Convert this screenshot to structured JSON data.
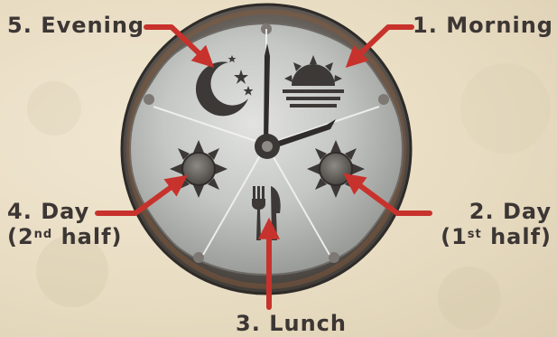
{
  "phases": {
    "morning": {
      "number": "1.",
      "name": "Morning"
    },
    "day_first": {
      "number": "2.",
      "name": "Day",
      "sup": "st",
      "half_prefix": "(1",
      "half_suffix": " half)"
    },
    "lunch": {
      "number": "3.",
      "name": "Lunch"
    },
    "day_second": {
      "number": "4.",
      "name": "Day",
      "sup": "nd",
      "half_prefix": "(2",
      "half_suffix": " half)"
    },
    "evening": {
      "number": "5.",
      "name": "Evening"
    }
  },
  "icons": {
    "morning": "rising-sun-icon",
    "day_first": "sun-icon",
    "lunch": "fork-knife-icon",
    "day_second": "sun-icon",
    "evening": "moon-stars-icon"
  },
  "colors": {
    "arrow": "#c8322c",
    "label_text": "#3c3634",
    "dial_face": "#c9cbc8",
    "dial_rim": "#5a5550",
    "rust": "#8a5a3a"
  }
}
